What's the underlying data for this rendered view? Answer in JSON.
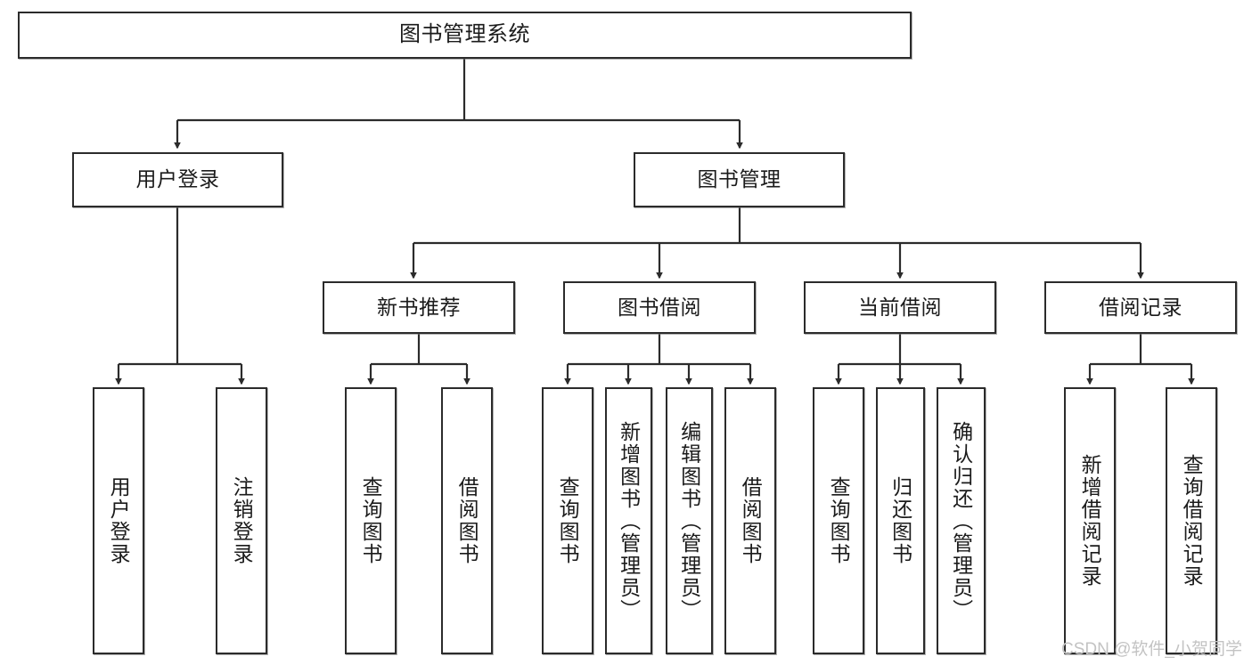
{
  "diagram": {
    "title": "图书管理系统",
    "type": "tree",
    "style": {
      "background": "#ffffff",
      "box_border": "#2b2b2b",
      "box_fill": "#ffffff",
      "text": "#1b1b1b",
      "edge": "#2b2b2b",
      "watermark": "#c3c3c3"
    },
    "watermark": "CSDN @软件_小贺同学",
    "levels": {
      "root": {
        "label": "图书管理系统"
      },
      "level2": [
        {
          "label": "用户登录"
        },
        {
          "label": "图书管理"
        }
      ],
      "level3": [
        {
          "label": "新书推荐"
        },
        {
          "label": "图书借阅"
        },
        {
          "label": "当前借阅"
        },
        {
          "label": "借阅记录"
        }
      ],
      "leaves": {
        "user_login": [
          {
            "label": "用户登录"
          },
          {
            "label": "注销登录"
          }
        ],
        "new_book": [
          {
            "label": "查询图书"
          },
          {
            "label": "借阅图书"
          }
        ],
        "book_borrow": [
          {
            "label": "查询图书"
          },
          {
            "label": "新增图书（管理员）"
          },
          {
            "label": "编辑图书（管理员）"
          },
          {
            "label": "借阅图书"
          }
        ],
        "current_borrow": [
          {
            "label": "查询图书"
          },
          {
            "label": "归还图书"
          },
          {
            "label": "确认归还（管理员）"
          }
        ],
        "borrow_record": [
          {
            "label": "新增借阅记录"
          },
          {
            "label": "查询借阅记录"
          }
        ]
      }
    }
  }
}
